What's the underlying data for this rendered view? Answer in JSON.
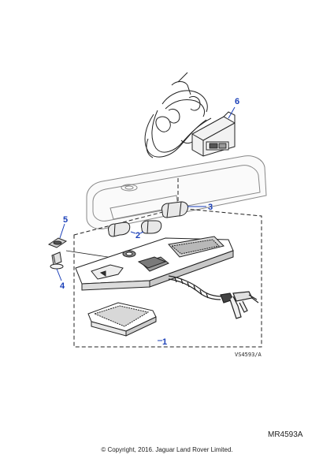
{
  "diagram": {
    "callouts": {
      "c1": "1",
      "c2": "2",
      "c3": "3",
      "c4": "4",
      "c5": "5",
      "c6": "6"
    },
    "reference": "VS4593/A",
    "drawing_code": "MR4593A"
  },
  "footer": {
    "copyright": "© Copyright, 2016. Jaguar Land Rover Limited."
  }
}
